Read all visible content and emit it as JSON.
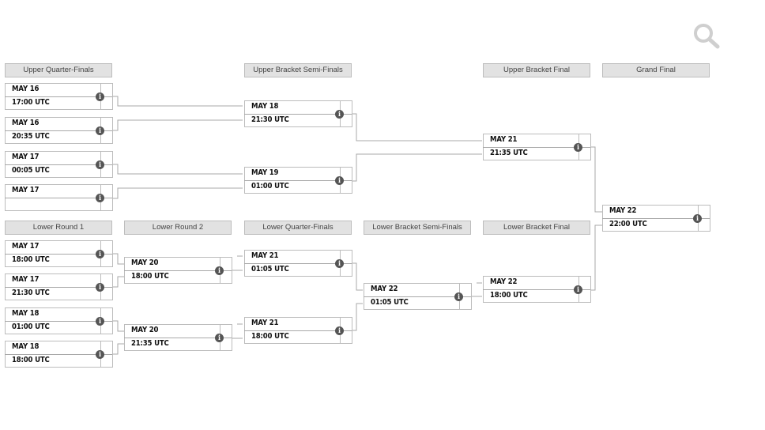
{
  "toolbar": {
    "search_icon": "search-icon"
  },
  "round_headers": {
    "upper_qf": "Upper Quarter-Finals",
    "upper_sf": "Upper Bracket Semi-Finals",
    "upper_final": "Upper Bracket Final",
    "grand_final": "Grand Final",
    "lower_r1": "Lower Round 1",
    "lower_r2": "Lower Round 2",
    "lower_qf": "Lower Quarter-Finals",
    "lower_sf": "Lower Bracket Semi-Finals",
    "lower_final": "Lower Bracket Final"
  },
  "matches": {
    "uqf1": {
      "date": "MAY 16",
      "time": "17:00 UTC"
    },
    "uqf2": {
      "date": "MAY 16",
      "time": "20:35 UTC"
    },
    "uqf3": {
      "date": "MAY 17",
      "time": "00:05 UTC"
    },
    "uqf4": {
      "date": "MAY 17",
      "time": ""
    },
    "usf1": {
      "date": "MAY 18",
      "time": "21:30 UTC"
    },
    "usf2": {
      "date": "MAY 19",
      "time": "01:00 UTC"
    },
    "uf": {
      "date": "MAY 21",
      "time": "21:35 UTC"
    },
    "gf": {
      "date": "MAY 22",
      "time": "22:00 UTC"
    },
    "lr1a": {
      "date": "MAY 17",
      "time": "18:00 UTC"
    },
    "lr1b": {
      "date": "MAY 17",
      "time": "21:30 UTC"
    },
    "lr1c": {
      "date": "MAY 18",
      "time": "01:00 UTC"
    },
    "lr1d": {
      "date": "MAY 18",
      "time": "18:00 UTC"
    },
    "lr2a": {
      "date": "MAY 20",
      "time": "18:00 UTC"
    },
    "lr2b": {
      "date": "MAY 20",
      "time": "21:35 UTC"
    },
    "lqf1": {
      "date": "MAY 21",
      "time": "01:05 UTC"
    },
    "lqf2": {
      "date": "MAY 21",
      "time": "18:00 UTC"
    },
    "lsf": {
      "date": "MAY 22",
      "time": "01:05 UTC"
    },
    "lf": {
      "date": "MAY 22",
      "time": "18:00 UTC"
    }
  }
}
